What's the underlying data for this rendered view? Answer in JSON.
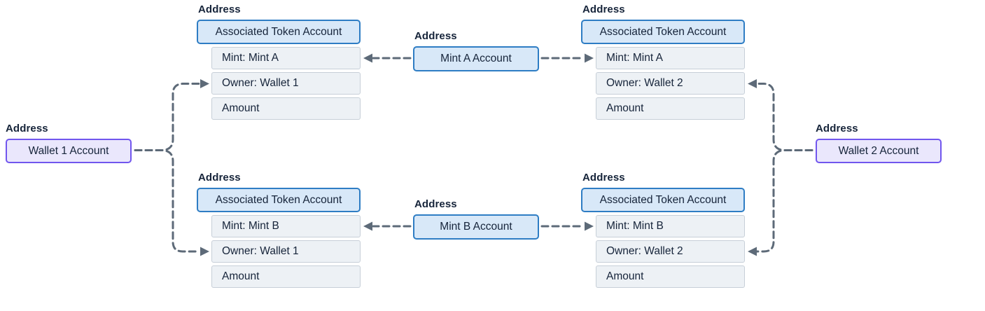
{
  "labels": {
    "address": "Address"
  },
  "wallets": [
    {
      "label": "Wallet 1 Account"
    },
    {
      "label": "Wallet 2 Account"
    }
  ],
  "mints": [
    {
      "label": "Mint A Account"
    },
    {
      "label": "Mint B Account"
    }
  ],
  "token_accounts": [
    {
      "header": "Associated Token Account",
      "rows": [
        "Mint: Mint A",
        "Owner: Wallet 1",
        "Amount"
      ]
    },
    {
      "header": "Associated Token Account",
      "rows": [
        "Mint: Mint A",
        "Owner: Wallet 2",
        "Amount"
      ]
    },
    {
      "header": "Associated Token Account",
      "rows": [
        "Mint: Mint B",
        "Owner: Wallet 1",
        "Amount"
      ]
    },
    {
      "header": "Associated Token Account",
      "rows": [
        "Mint: Mint B",
        "Owner: Wallet 2",
        "Amount"
      ]
    }
  ],
  "colors": {
    "canvas_bg": "#ffffff",
    "token_node_border": "#2e7dc4",
    "token_node_fill": "#d8e8f8",
    "wallet_node_border": "#7156ee",
    "wallet_node_fill": "#eae7fc",
    "field_row_fill": "#edf1f5",
    "field_row_border": "#c7cfd8",
    "connector": "#5d6a78",
    "text": "#16243a"
  }
}
